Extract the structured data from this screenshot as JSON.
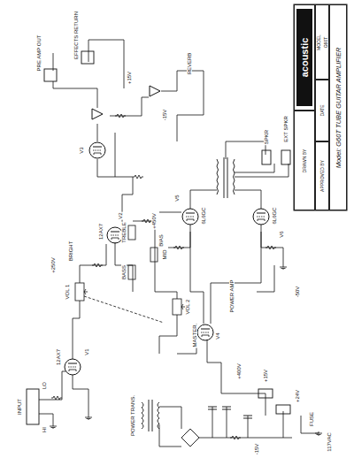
{
  "diagram": {
    "nodes": [
      {
        "text": [
          "acoustic"
        ]
      },
      {
        "text": [
          "DRAWN BY"
        ]
      },
      {
        "text": [
          "MODEL",
          "G60T"
        ]
      },
      {
        "text": [
          "DATE"
        ]
      },
      {
        "text": [
          "APPROVED BY"
        ]
      },
      {
        "text": [
          "Model: G60T TUBE GUITAR AMPLIFIER"
        ]
      }
    ],
    "labels": [
      "INPUT",
      "HI",
      "LO",
      "V1",
      "12AX7",
      "VOL 1",
      "BRIGHT",
      "+250V",
      "V2",
      "12AX7",
      "TREBLE",
      "MID",
      "BASS",
      "VOL 2",
      "MASTER",
      "V3",
      "PRE AMP OUT",
      "EFFECTS RETURN",
      "+15V",
      "-15V",
      "REVERB",
      "+450V",
      "V4",
      "V5",
      "6L6GC",
      "6L6GC",
      "BIAS",
      "-50V",
      "POWER AMP",
      "V6",
      "SPKR",
      "EXT SPKR",
      "POWER TRANS.",
      "+400V",
      "+15V",
      "-15V",
      "+24V",
      "FUSE",
      "117VAC"
    ]
  }
}
